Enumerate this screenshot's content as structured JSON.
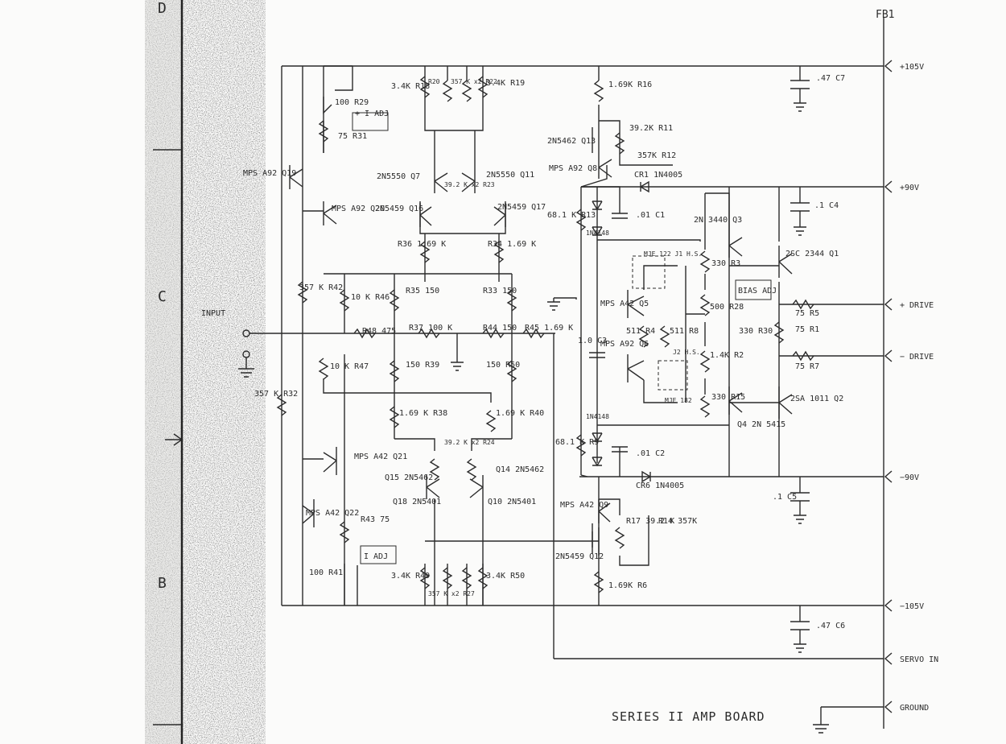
{
  "sheet": {
    "zones": [
      "D",
      "C",
      "B"
    ],
    "top_right_mark": "FB1",
    "title": "SERIES II AMP BOARD",
    "input_label": "INPUT",
    "bias_adj": "BIAS ADJ",
    "i_adj_plus": "+ I ADJ",
    "i_adj_minus": "I ADJ"
  },
  "rails": [
    {
      "id": "p105",
      "label": "+105V"
    },
    {
      "id": "p90",
      "label": "+90V"
    },
    {
      "id": "pdrive",
      "label": "+ DRIVE"
    },
    {
      "id": "ndrive",
      "label": "− DRIVE"
    },
    {
      "id": "n90",
      "label": "−90V"
    },
    {
      "id": "n105",
      "label": "−105V"
    },
    {
      "id": "servo",
      "label": "SERVO IN"
    },
    {
      "id": "gnd",
      "label": "GROUND"
    }
  ],
  "labels": {
    "r18": "3.4K R18",
    "r19": "3.4K R19",
    "r20": "R20",
    "r22": "357 K x2 R22",
    "r16": "1.69K R16",
    "r11": "39.2K R11",
    "r12": "357K R12",
    "q13": "2N5462 Q13",
    "r29": "100 R29",
    "r31": "75 R31",
    "q19": "MPS A92 Q19",
    "q20": "MPS A92 Q20",
    "q8": "MPS A92 Q8",
    "c7": ".47 C7",
    "c4": ".1 C4",
    "cr1": "CR1 1N4005",
    "q7": "2N5550 Q7",
    "q11": "2N5550 Q11",
    "r23": "39.2 K x2 R23",
    "q16": "2N5459 Q16",
    "q17": "2N5459 Q17",
    "r36": "R36 1.69 K",
    "r34": "R34 1.69 K",
    "r13": "68.1 K R13",
    "c1": ".01 C1",
    "q3": "2N 3440 Q3",
    "q1": "2SC 2344 Q1",
    "r3": "330 R3",
    "j1": "MJE 122 J1 H.S.",
    "q5": "MPS A42 Q5",
    "r28": "500 R28",
    "r42": "357 K R42",
    "r46": "10 K R46",
    "r35": "R35 150",
    "r33": "R33 150",
    "r48": "R48 475",
    "r37": "R37 100 K",
    "r44": "R44 150",
    "r45": "R45 1.69 K",
    "r39": "150 R39",
    "r50a": "150 R50",
    "r47": "10 K R47",
    "r32": "357 K R32",
    "c3": "1.0 C3",
    "q6": "MPS A92 Q6",
    "r4": "511 R4",
    "r8": "511 R8",
    "j2": "J2 H.S.",
    "r30": "330 R30",
    "r2": "1.4K R2",
    "r15": "330 R15",
    "q4": "Q4 2N 5415",
    "q2": "2SA 1011 Q2",
    "mje182": "MJE 182",
    "r5": "75 R5",
    "r1": "75 R1",
    "r7": "75 R7",
    "r38": "1.69 K R38",
    "r40": "1.69 K R40",
    "q15": "Q15 2N5462",
    "q14": "Q14 2N5462",
    "r24": "39.2 K x2 R24",
    "q21": "MPS A42 Q21",
    "q22": "MPS A42 Q22",
    "r9": "68.1 K R9",
    "c2": ".01 C2",
    "cr6": "CR6 1N4005",
    "c5": ".1 C5",
    "q18": "Q18 2N5401",
    "q10": "Q10 2N5401",
    "q9": "MPS A42 Q9",
    "r17": "R17 39.2 K",
    "r14": "R14 357K",
    "r43": "R43 75",
    "r41": "100 R41",
    "r49": "3.4K R49",
    "r50b": "3.4K R50",
    "r27": "357 K x2 R27",
    "q12": "2N5459 Q12",
    "r6": "1.69K R6",
    "c6": ".47 C6",
    "d_n4148": "1N4148"
  }
}
